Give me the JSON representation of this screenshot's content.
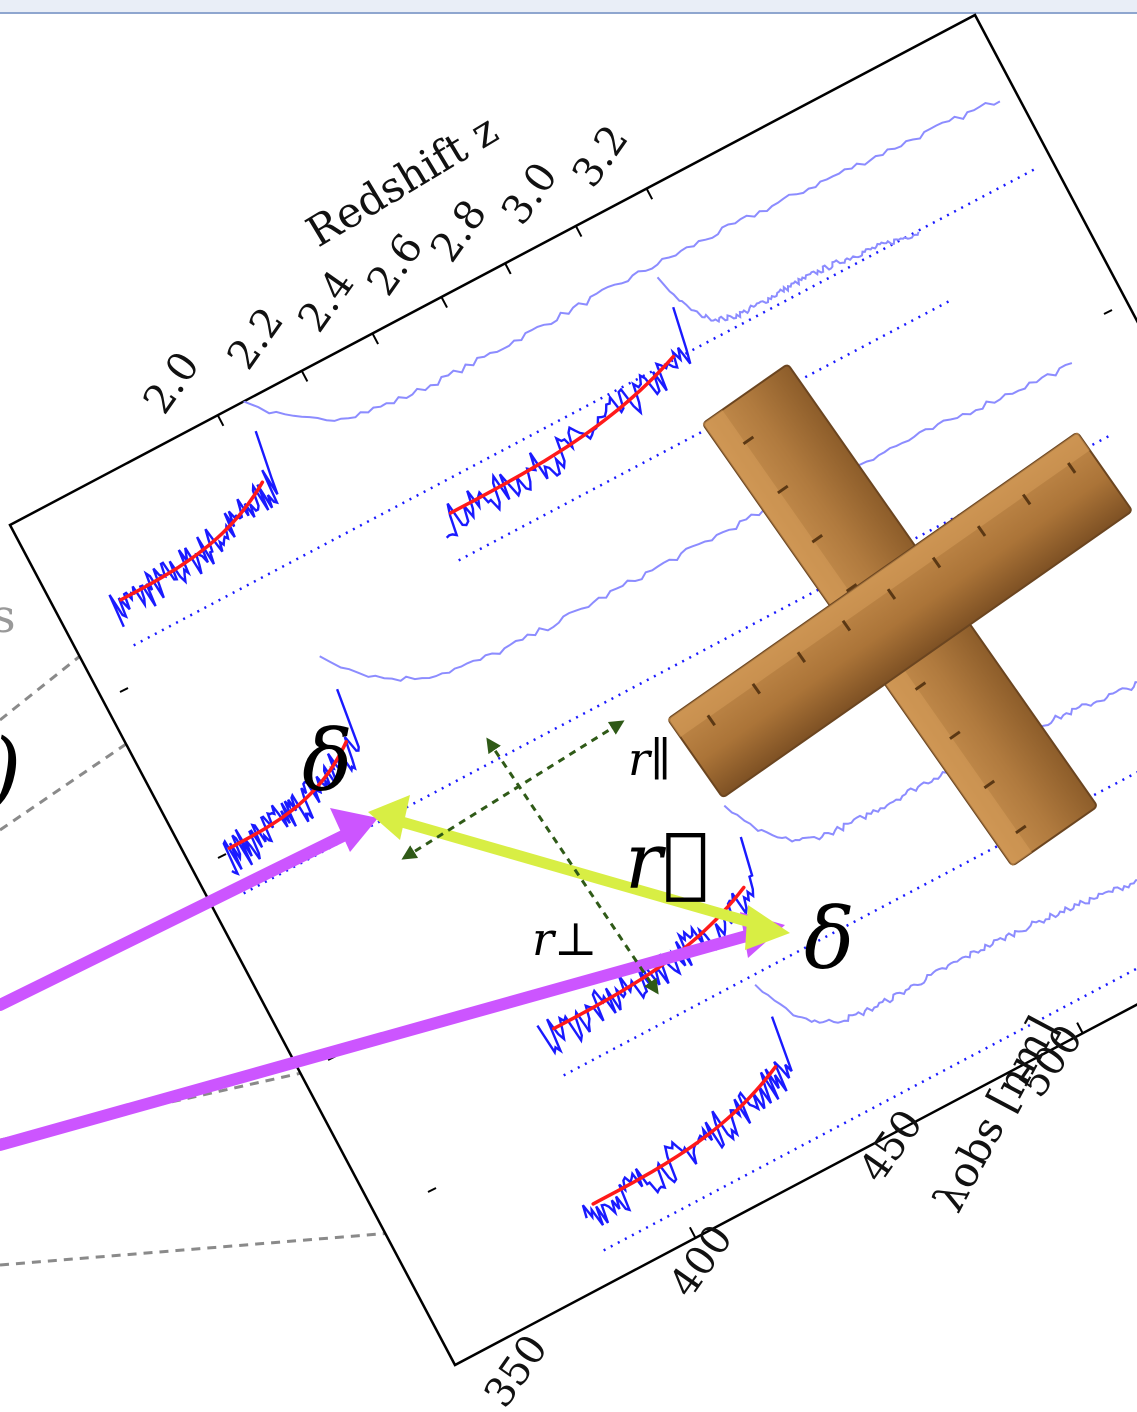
{
  "top_axis": {
    "label": "Redshift z",
    "ticks": [
      "2.0",
      "2.2",
      "2.4",
      "2.6",
      "2.8",
      "3.0",
      "3.2"
    ]
  },
  "bottom_axis": {
    "label": "λobs [nm]",
    "ticks": [
      "350",
      "400",
      "450",
      "500"
    ]
  },
  "annotations": {
    "delta_left": "δ",
    "delta_right": "δ",
    "separation_vector": "r⃗",
    "r_parallel": "r∥",
    "r_perp": "r⊥",
    "left_edge_s": "s",
    "left_edge_paren": ")"
  },
  "spectra_count": 5,
  "colors": {
    "spectrum": "#1a1aff",
    "continuum": "#8c8cff",
    "fit": "#ff1a1a",
    "pointer_arrows": "#cc55ff",
    "separation_arrow": "#d8ee44",
    "r_components": "#2f5a17",
    "ruler": "#b07a3e"
  },
  "icons": {
    "ruler": "crossed-rulers-icon"
  }
}
